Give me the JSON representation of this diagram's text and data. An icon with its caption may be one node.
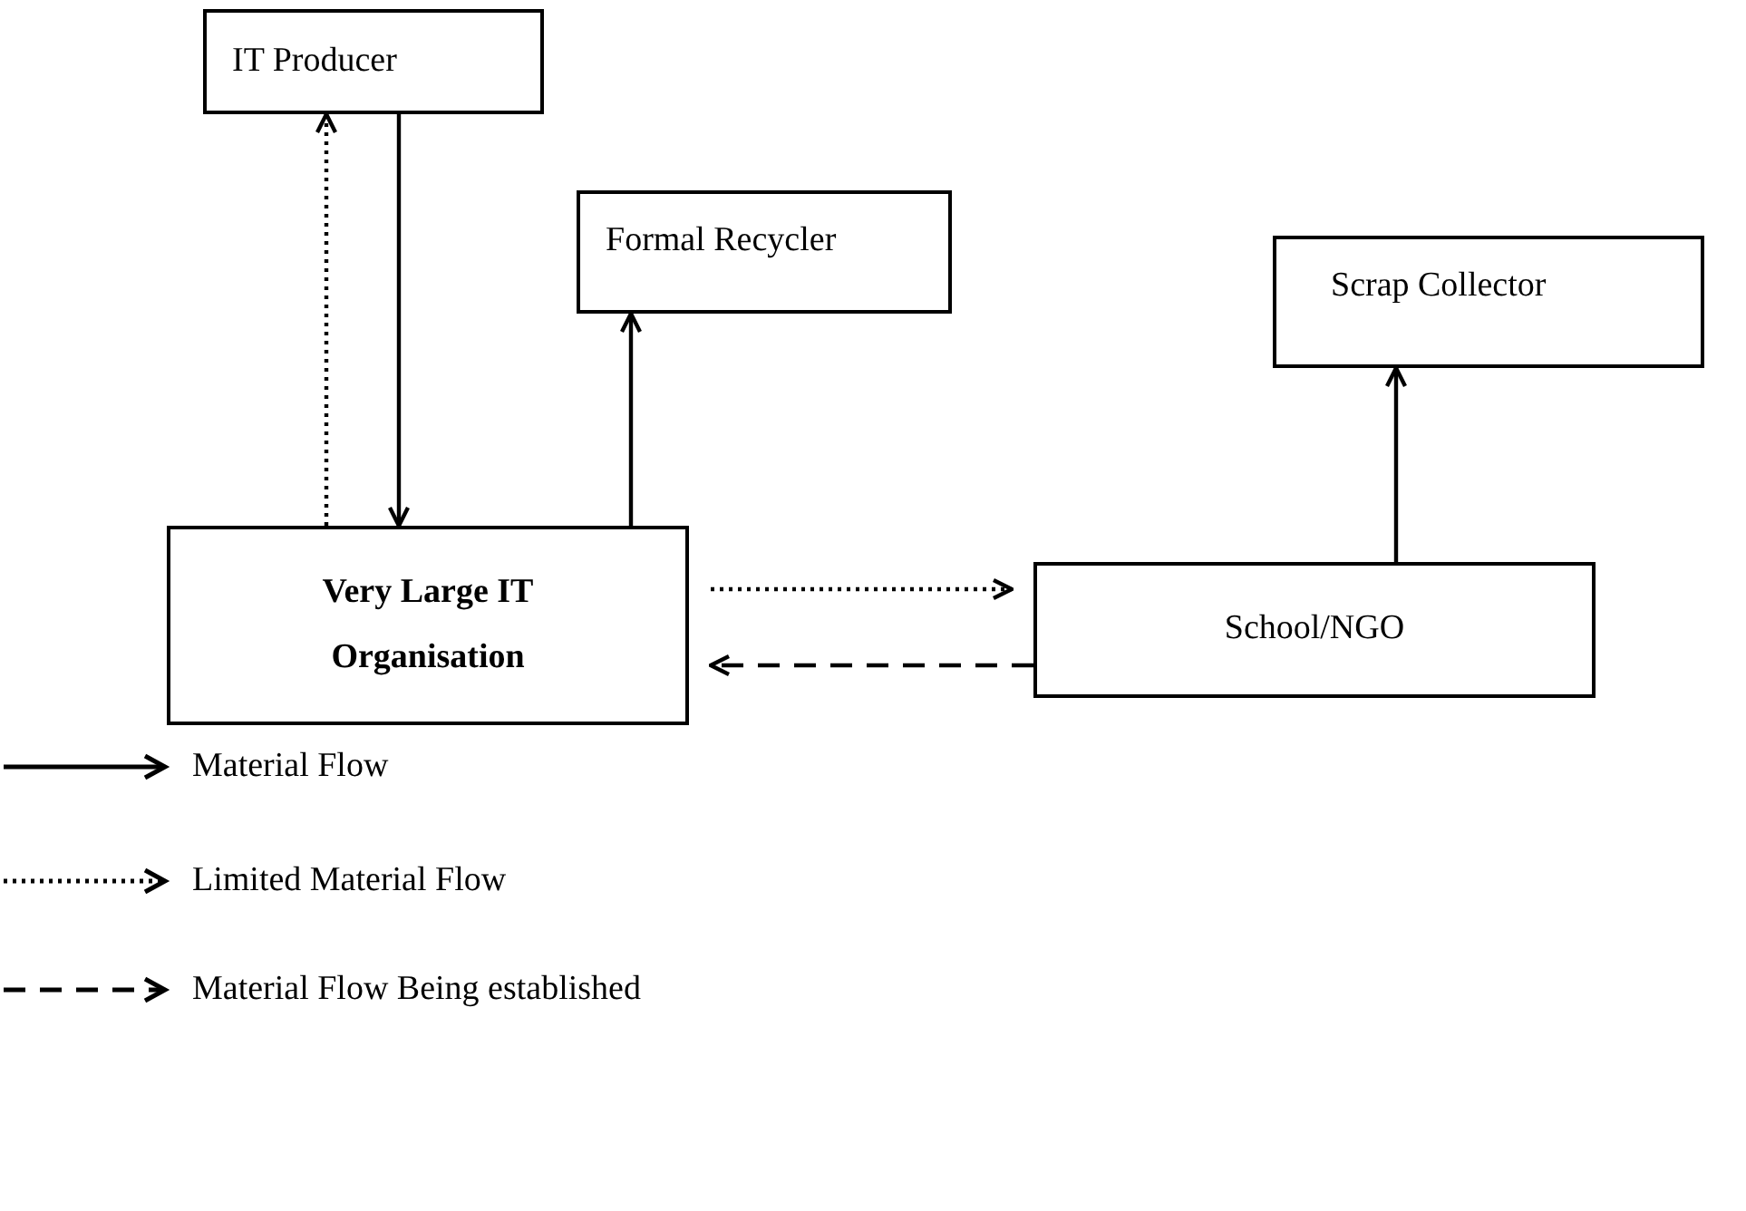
{
  "diagram": {
    "nodes": [
      {
        "text": [
          "IT Producer"
        ]
      },
      {
        "text": [
          "Formal Recycler"
        ]
      },
      {
        "text": [
          "Scrap Collector"
        ]
      },
      {
        "text": [
          "Very Large IT Organisation"
        ]
      },
      {
        "text": [
          "School/NGO"
        ]
      }
    ],
    "edges": [
      {
        "from": 3,
        "to": 0,
        "arrow": "to",
        "style": "dashed"
      },
      {
        "from": 0,
        "to": 3,
        "arrow": "to"
      },
      {
        "from": 3,
        "to": 1,
        "arrow": "to"
      },
      {
        "from": 4,
        "to": 2,
        "arrow": "to"
      },
      {
        "from": 3,
        "to": 4,
        "arrow": "to",
        "style": "dashed"
      },
      {
        "from": 4,
        "to": 3,
        "arrow": "to",
        "style": "dashed"
      }
    ],
    "legend": [
      {
        "text": "Material Flow"
      },
      {
        "text": "Limited Material Flow"
      },
      {
        "text": "Material Flow Being established"
      }
    ]
  }
}
